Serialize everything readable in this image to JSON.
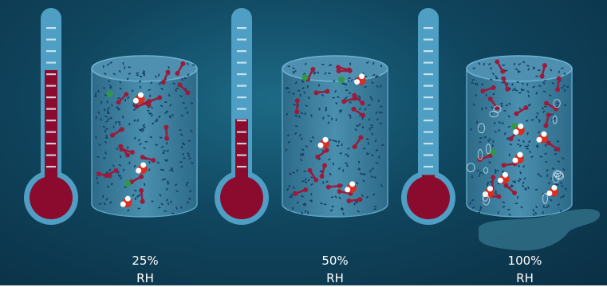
{
  "panels": [
    {
      "percent": "25%",
      "unit": "RH",
      "fill": 0.67
    },
    {
      "percent": "50%",
      "unit": "RH",
      "fill": 0.38
    },
    {
      "percent": "100%",
      "unit": "RH",
      "fill": 0.05
    }
  ],
  "colors": {
    "thermometer_tube": "#4f9fc4",
    "mercury": "#8b0b2e",
    "cylinder": "#3d7f9f",
    "air_dots": "#143f66",
    "nitrogen_molecule": "#9b1b3b",
    "oxygen_atom": "#2f9a45",
    "water_oxygen": "#d72f22",
    "puddle": "#2e6d84"
  },
  "icons": [
    "thermometer-icon",
    "air-cylinder-icon",
    "water-molecule-icon",
    "puddle-icon"
  ]
}
